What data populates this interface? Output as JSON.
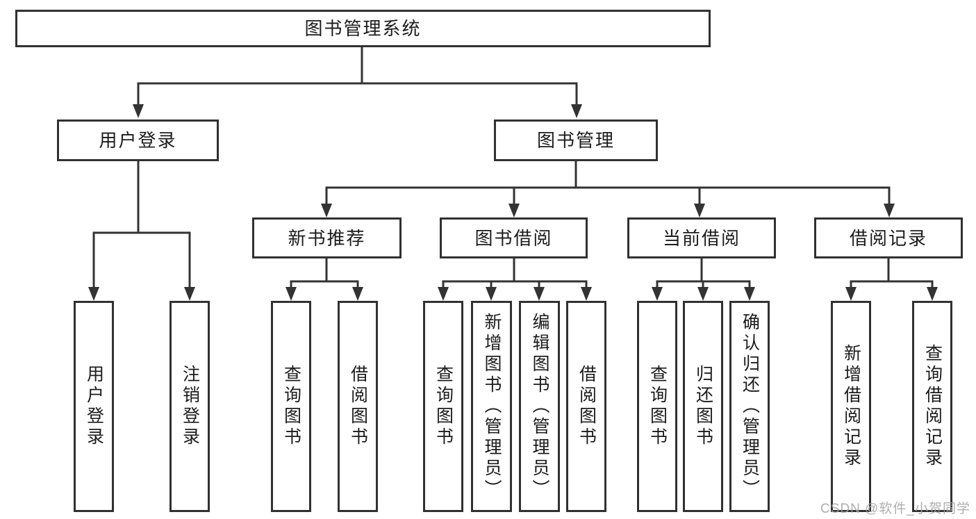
{
  "diagram": {
    "title": "图书管理系统",
    "tree": {
      "label": "图书管理系统",
      "children": [
        {
          "label": "用户登录",
          "children": [
            {
              "label": "用户登录"
            },
            {
              "label": "注销登录"
            }
          ]
        },
        {
          "label": "图书管理",
          "children": [
            {
              "label": "新书推荐",
              "children": [
                {
                  "label": "查询图书"
                },
                {
                  "label": "借阅图书"
                }
              ]
            },
            {
              "label": "图书借阅",
              "children": [
                {
                  "label": "查询图书"
                },
                {
                  "label": "新增图书（管理员）"
                },
                {
                  "label": "编辑图书（管理员）"
                },
                {
                  "label": "借阅图书"
                }
              ]
            },
            {
              "label": "当前借阅",
              "children": [
                {
                  "label": "查询图书"
                },
                {
                  "label": "归还图书"
                },
                {
                  "label": "确认归还（管理员）"
                }
              ]
            },
            {
              "label": "借阅记录",
              "children": [
                {
                  "label": "新增借阅记录"
                },
                {
                  "label": "查询借阅记录"
                }
              ]
            }
          ]
        }
      ]
    }
  },
  "watermark": {
    "text": "CSDN @软件_小贺同学"
  },
  "colors": {
    "line": "#333333",
    "box_border": "#313131",
    "text": "#1b1b1b",
    "watermark": "#a5a5a5",
    "background": "#ffffff"
  }
}
